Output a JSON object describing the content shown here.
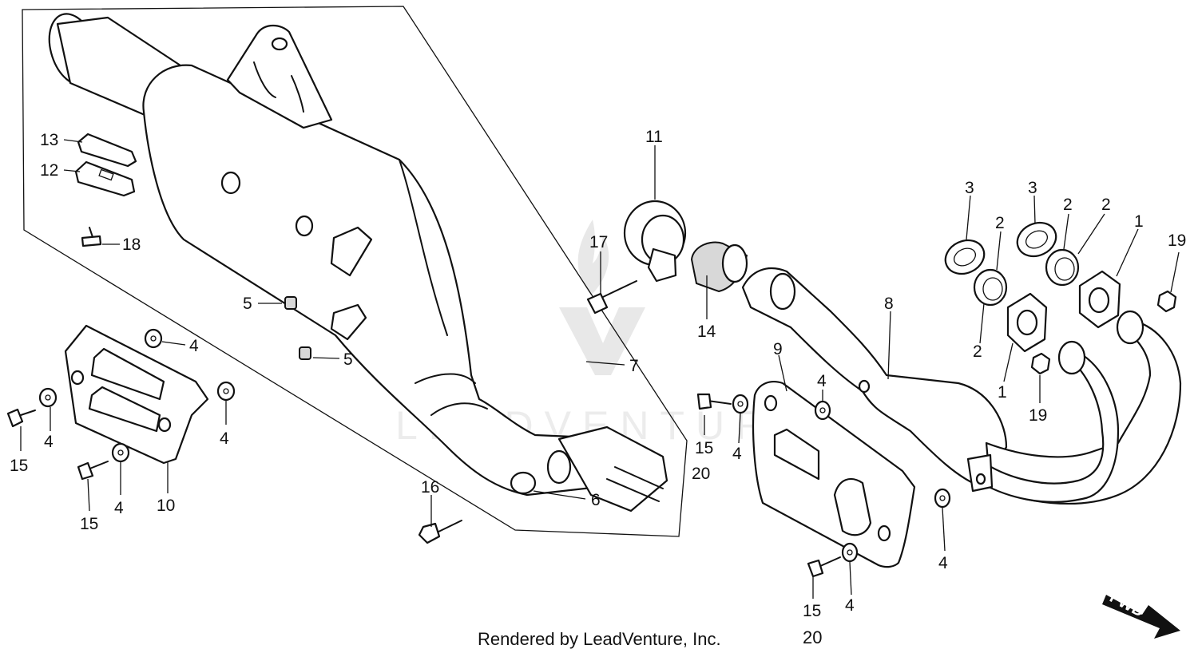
{
  "footer": {
    "credit": "Rendered by LeadVenture, Inc.",
    "ref_number": "20"
  },
  "watermark": {
    "text": "LEADVENTURE"
  },
  "direction_label": "FWD",
  "callouts": [
    "1",
    "1",
    "2",
    "2",
    "2",
    "2",
    "3",
    "3",
    "4",
    "4",
    "4",
    "4",
    "4",
    "4",
    "4",
    "4",
    "5",
    "5",
    "6",
    "7",
    "8",
    "9",
    "10",
    "11",
    "12",
    "13",
    "14",
    "15",
    "15",
    "15",
    "15",
    "16",
    "17",
    "18",
    "19",
    "19",
    "20"
  ],
  "labels": {
    "l13": "13",
    "l12": "12",
    "l18": "18",
    "l5a": "5",
    "l5b": "5",
    "l4a": "4",
    "l4b": "4",
    "l4c": "4",
    "l4d": "4",
    "l15a": "15",
    "l15b": "15",
    "l10": "10",
    "l7": "7",
    "l6": "6",
    "l16": "16",
    "l11": "11",
    "l17": "17",
    "l14": "14",
    "l15c": "15",
    "l20a": "20",
    "l4e": "4",
    "l9": "9",
    "l4f": "4",
    "l4g": "4",
    "l15d": "15",
    "l4h": "4",
    "l8": "8",
    "l3a": "3",
    "l3b": "3",
    "l2a": "2",
    "l2b": "2",
    "l2c": "2",
    "l2d": "2",
    "l1a": "1",
    "l1b": "1",
    "l19a": "19",
    "l19b": "19"
  }
}
